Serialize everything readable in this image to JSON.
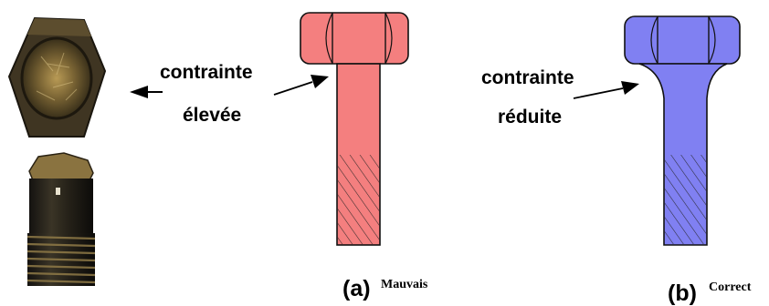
{
  "labels": {
    "high_stress_line1": "contrainte",
    "high_stress_line2": "élevée",
    "low_stress_line1": "contrainte",
    "low_stress_line2": "réduite",
    "panel_a_letter": "(a)",
    "panel_a_word": "Mauvais",
    "panel_b_letter": "(b)",
    "panel_b_word": "Correct"
  },
  "colors": {
    "bad_bolt": "#f47f7f",
    "good_bolt": "#8080f2",
    "outline": "#111111",
    "photo_metal": "#4a3e22",
    "photo_dark": "#161310"
  }
}
